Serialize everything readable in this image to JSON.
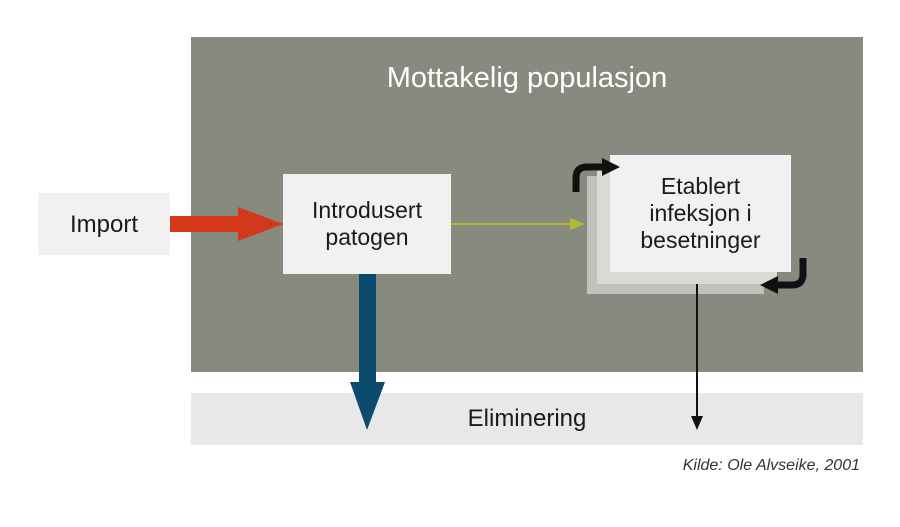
{
  "population_label": "Mottakelig populasjon",
  "import_label": "Import",
  "introduced_label": [
    "Introdusert",
    "patogen"
  ],
  "established_label": [
    "Etablert",
    "infeksjon i",
    "besetninger"
  ],
  "elimination_label": "Eliminering",
  "source_label": "Kilde: Ole Alvseike, 2001",
  "colors": {
    "population_bg": "#878a7f",
    "import_arrow": "#d5371a",
    "spread_arrow": "#b4b82a",
    "elimination_arrow": "#0c4a6e",
    "loop_arrow": "#111111"
  }
}
